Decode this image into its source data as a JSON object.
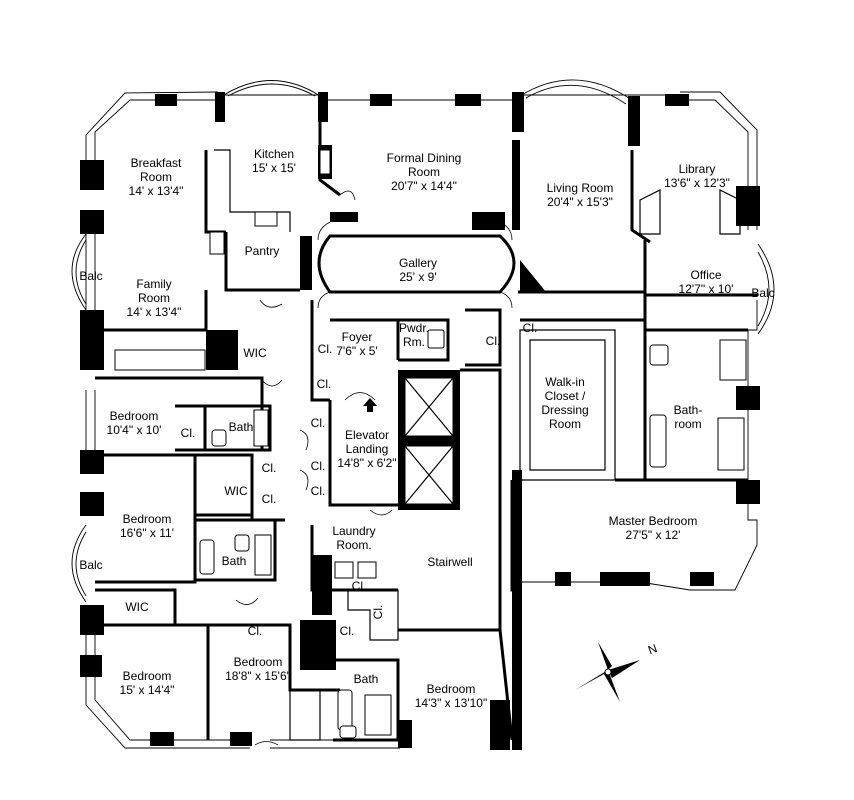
{
  "rooms": [
    {
      "key": "breakfast",
      "lines": [
        "Breakfast",
        "Room",
        "14' x 13'4\""
      ]
    },
    {
      "key": "kitchen",
      "lines": [
        "Kitchen",
        "15' x 15'"
      ]
    },
    {
      "key": "dining",
      "lines": [
        "Formal Dining",
        "Room",
        "20'7\" x 14'4\""
      ]
    },
    {
      "key": "living",
      "lines": [
        "Living Room",
        "20'4\" x 15'3\""
      ]
    },
    {
      "key": "library",
      "lines": [
        "Library",
        "13'6\" x 12'3\""
      ]
    },
    {
      "key": "pantry",
      "lines": [
        "Pantry"
      ]
    },
    {
      "key": "gallery",
      "lines": [
        "Gallery",
        "25' x 9'"
      ]
    },
    {
      "key": "office",
      "lines": [
        "Office",
        "12'7\" x 10'"
      ]
    },
    {
      "key": "family",
      "lines": [
        "Family",
        "Room",
        "14' x 13'4\""
      ]
    },
    {
      "key": "foyer",
      "lines": [
        "Foyer",
        "7'6\" x 5'"
      ]
    },
    {
      "key": "powder",
      "lines": [
        "Pwdr.",
        "Rm."
      ]
    },
    {
      "key": "walkin",
      "lines": [
        "Walk-in",
        "Closet /",
        "Dressing",
        "Room"
      ]
    },
    {
      "key": "masterbath",
      "lines": [
        "Bath-",
        "room"
      ]
    },
    {
      "key": "elevator",
      "lines": [
        "Elevator",
        "Landing",
        "14'8\" x 6'2\""
      ]
    },
    {
      "key": "bedroom1",
      "lines": [
        "Bedroom",
        "10'4\" x 10'"
      ]
    },
    {
      "key": "bedroom2",
      "lines": [
        "Bedroom",
        "16'6\" x 11'"
      ]
    },
    {
      "key": "master",
      "lines": [
        "Master Bedroom",
        "27'5\" x 12'"
      ]
    },
    {
      "key": "laundry",
      "lines": [
        "Laundry",
        "Room."
      ]
    },
    {
      "key": "stairwell",
      "lines": [
        "Stairwell"
      ]
    },
    {
      "key": "bedroom3",
      "lines": [
        "Bedroom",
        "15' x 14'4\""
      ]
    },
    {
      "key": "bedroom4",
      "lines": [
        "Bedroom",
        "18'8\" x 15'6\""
      ]
    },
    {
      "key": "bedroom5",
      "lines": [
        "Bedroom",
        "14'3\" x 13'10\""
      ]
    }
  ],
  "small_labels": {
    "balc": "Balc",
    "wic": "WIC",
    "closet": "Cl.",
    "bath": "Bath"
  },
  "compass": {
    "label": "N"
  }
}
